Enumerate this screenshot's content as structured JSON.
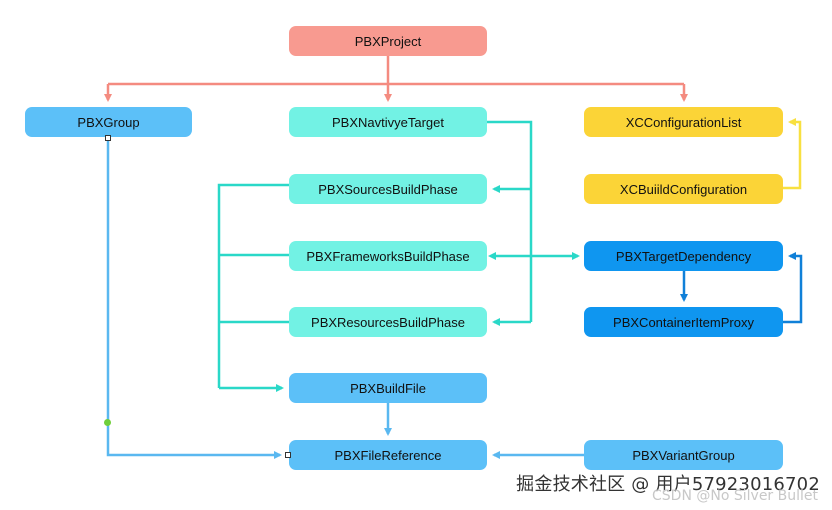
{
  "nodes": {
    "project": "PBXProject",
    "group": "PBXGroup",
    "native_target": "PBXNavtivyeTarget",
    "config_list": "XCConfigurationList",
    "sources_phase": "PBXSourcesBuildPhase",
    "build_config": "XCBuiildConfiguration",
    "frameworks_phase": "PBXFrameworksBuildPhase",
    "target_dependency": "PBXTargetDependency",
    "resources_phase": "PBXResourcesBuildPhase",
    "container_proxy": "PBXContainerItemProxy",
    "build_file": "PBXBuildFile",
    "file_reference": "PBXFileReference",
    "variant_group": "PBXVariantGroup"
  },
  "colors": {
    "root": "#f89a90",
    "blue": "#5cc0f8",
    "teal": "#72f2e4",
    "yellow": "#fbd437",
    "dark_blue": "#0f96f0",
    "root_edge": "#f48b80",
    "teal_edge": "#2ad8c8",
    "blue_edge": "#5ab8f0",
    "yellow_edge": "#f8e040",
    "dark_edge": "#1080d8"
  },
  "watermark": {
    "main": "掘金技术社区 @ 用户57923016702",
    "sub": "CSDN @No Silver Bullet"
  }
}
